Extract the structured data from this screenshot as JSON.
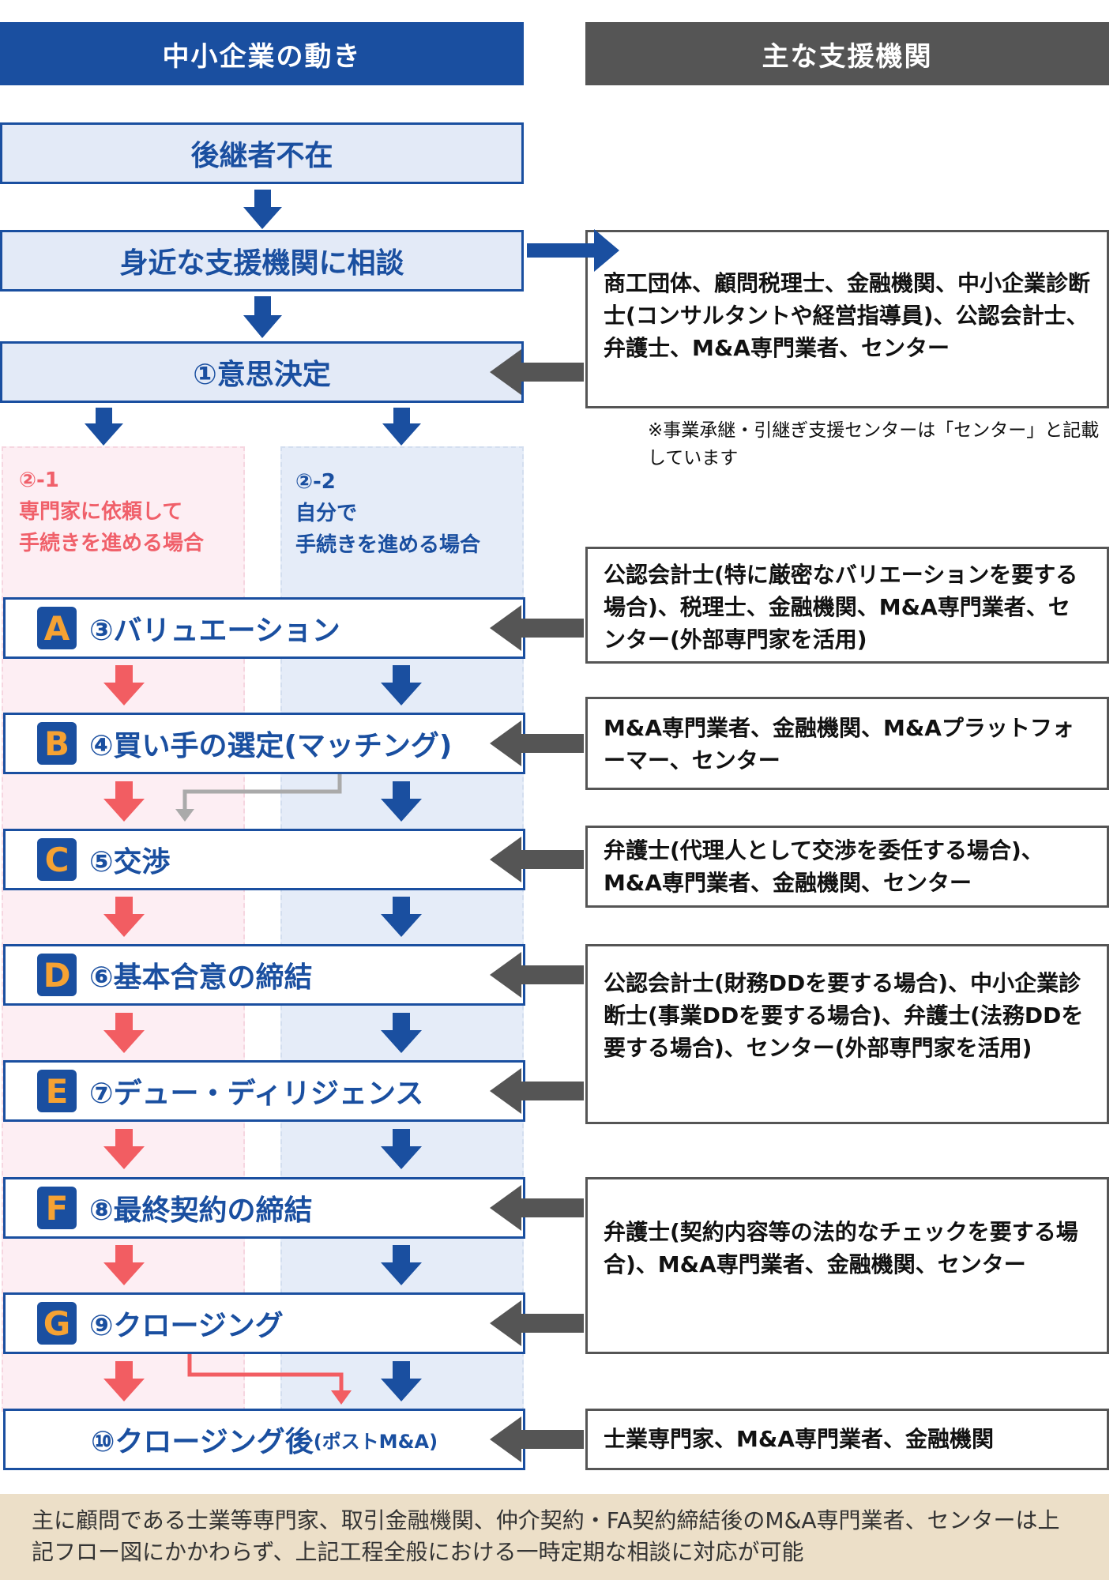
{
  "headers": {
    "left": "中小企業の動き",
    "right": "主な支援機関"
  },
  "flow": {
    "no_successor": "後継者不在",
    "consult": "身近な支援機関に相談",
    "decision": "①意思決定"
  },
  "routes": {
    "expert": {
      "num": "②-1",
      "line1": "専門家に依頼して",
      "line2": "手続きを進める場合"
    },
    "self": {
      "num": "②-2",
      "line1": "自分で",
      "line2": "手続きを進める場合"
    }
  },
  "steps": [
    {
      "letter": "A",
      "label": "③バリュエーション"
    },
    {
      "letter": "B",
      "label": "④買い手の選定(マッチング)"
    },
    {
      "letter": "C",
      "label": "⑤交渉"
    },
    {
      "letter": "D",
      "label": "⑥基本合意の締結"
    },
    {
      "letter": "E",
      "label": "⑦デュー・ディリジェンス"
    },
    {
      "letter": "F",
      "label": "⑧最終契約の締結"
    },
    {
      "letter": "G",
      "label": "⑨クロージング"
    }
  ],
  "final_step": {
    "label": "⑩クロージング後",
    "suffix": "(ポストM&A)"
  },
  "support": {
    "consult": "商工団体、顧問税理士、金融機関、中小企業診断士(コンサルタントや経営指導員)、公認会計士、弁護士、M&A専門業者、センター",
    "note": "※事業承継・引継ぎ支援センターは「センター」と記載しています",
    "valuation": "公認会計士(特に厳密なバリエーションを要する場合)、税理士、金融機関、M&A専門業者、センター(外部専門家を活用)",
    "matching": "M&A専門業者、金融機関、M&Aプラットフォーマー、センター",
    "negotiation": "弁護士(代理人として交渉を委任する場合)、M&A専門業者、金融機関、センター",
    "dd": "公認会計士(財務DDを要する場合)、中小企業診断士(事業DDを要する場合)、弁護士(法務DDを要する場合)、センター(外部専門家を活用)",
    "contract": "弁護士(契約内容等の法的なチェックを要する場合)、M&A専門業者、金融機関、センター",
    "post": "士業専門家、M&A専門業者、金融機関"
  },
  "bottom_note": "主に顧問である士業等専門家、取引金融機関、仲介契約・FA契約締結後のM&A専門業者、センターは上記フロー図にかかわらず、上記工程全般における一時定期な相談に対応が可能",
  "colors": {
    "navy": "#1a4fa0",
    "gray": "#555555",
    "pink_arrow": "#f25d62",
    "light_blue": "#e3eaf7"
  }
}
